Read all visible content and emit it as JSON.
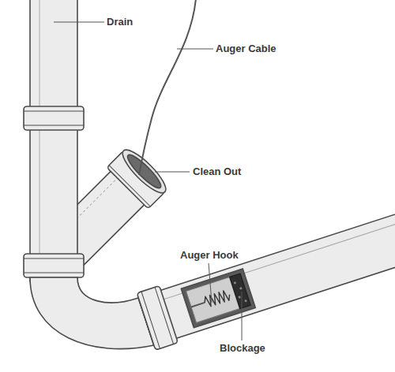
{
  "diagram": {
    "labels": [
      "Drain",
      "Auger Cable",
      "Clean Out",
      "Auger Hook",
      "Blockage"
    ]
  }
}
